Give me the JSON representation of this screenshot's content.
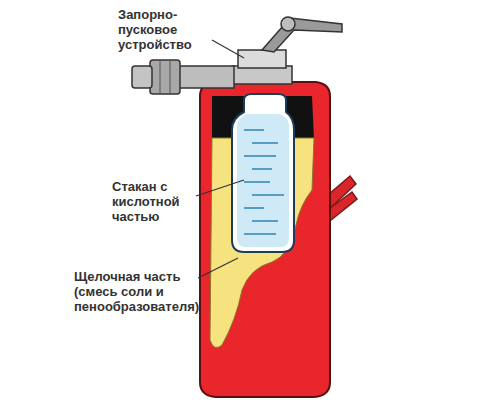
{
  "diagram": {
    "labels": [
      "Запорно-пусковое устройство",
      "Стакан с кислотной частью",
      "Щелочная часть (смесь соли и пенообразователя)"
    ]
  }
}
